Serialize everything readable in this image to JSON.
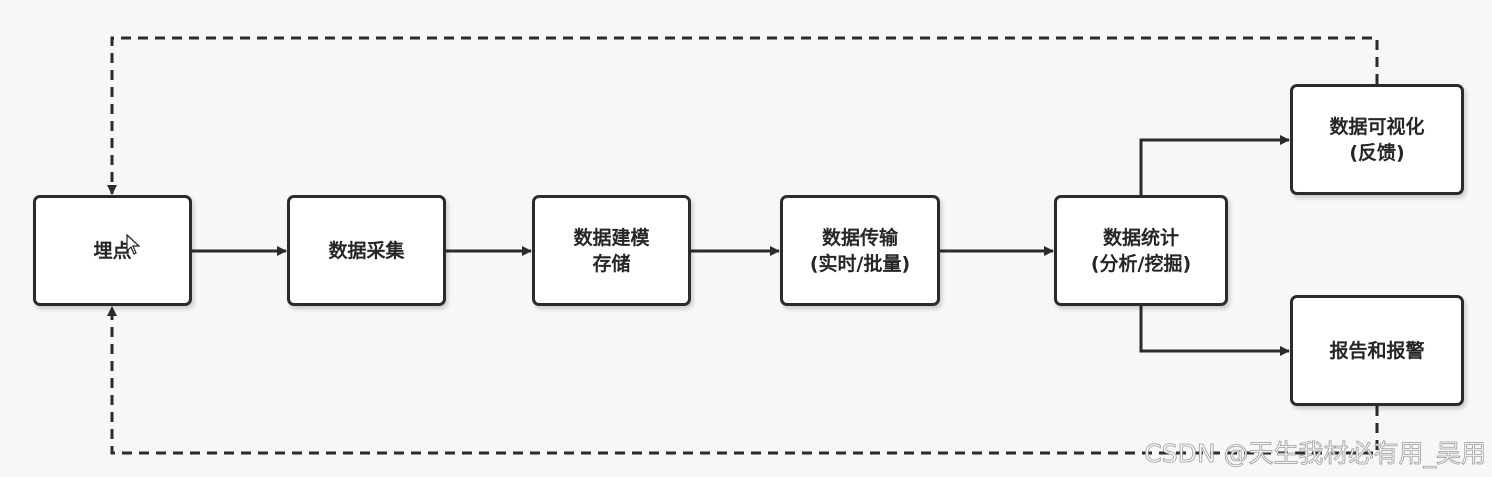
{
  "nodes": {
    "maidian": {
      "line1": "埋点",
      "line2": ""
    },
    "collect": {
      "line1": "数据采集",
      "line2": ""
    },
    "model": {
      "line1": "数据建模",
      "line2": "存储"
    },
    "transfer": {
      "line1": "数据传输",
      "line2": "(实时/批量)"
    },
    "stats": {
      "line1": "数据统计",
      "line2": "(分析/挖掘)"
    },
    "visual": {
      "line1": "数据可视化",
      "line2": "(反馈)"
    },
    "report": {
      "line1": "报告和报警",
      "line2": ""
    }
  },
  "watermark": "CSDN @天生我材必有用_吴用",
  "colors": {
    "background": "#f7f7f7",
    "stroke": "#2b2b2b",
    "node_fill": "#ffffff"
  }
}
